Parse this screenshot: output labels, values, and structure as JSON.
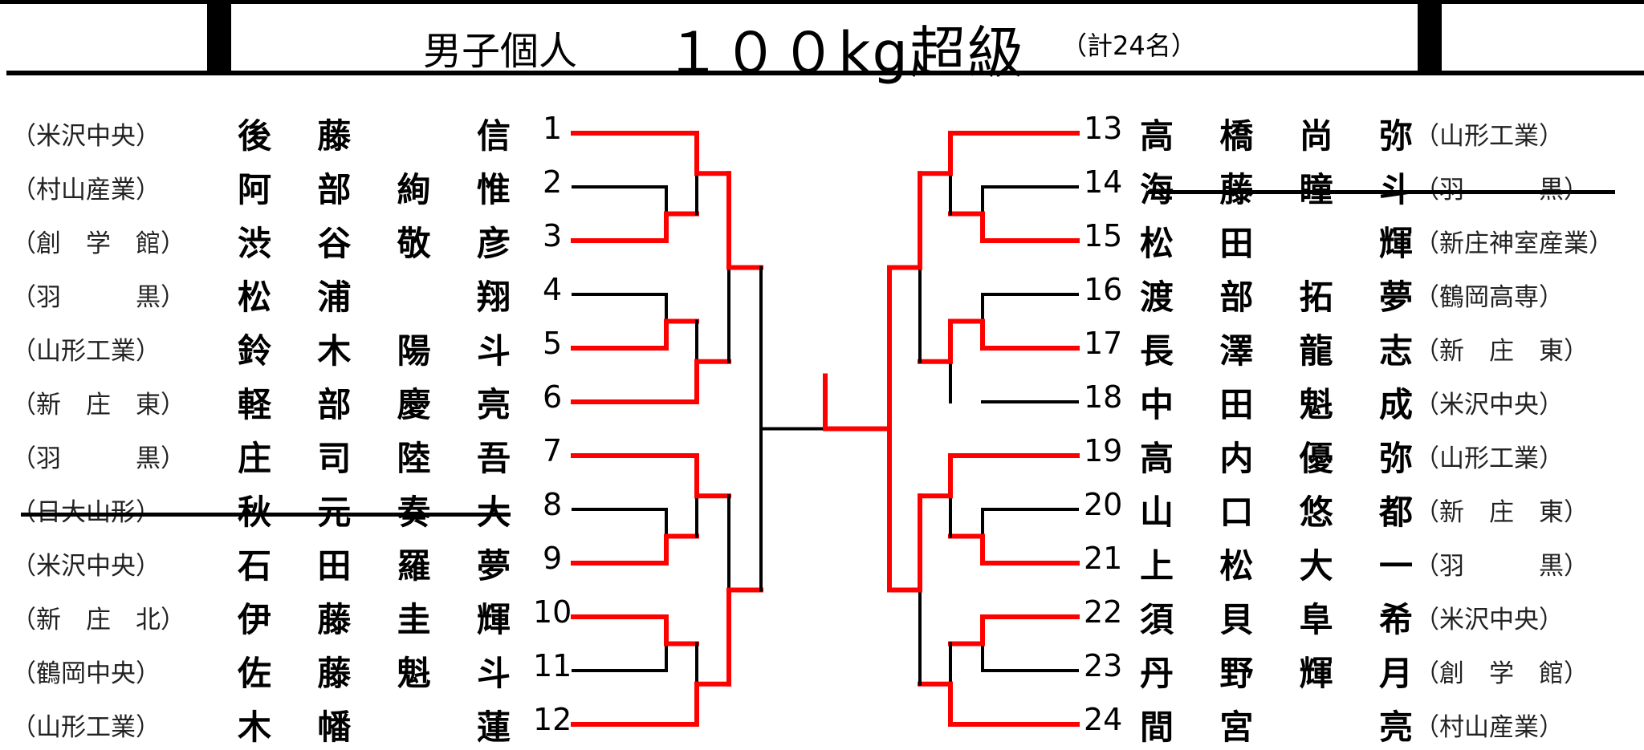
{
  "header": {
    "category": "男子個人",
    "weight_class": "１００kg超級",
    "count": "（計24名）"
  },
  "colors": {
    "advance": "#ff0000",
    "line": "#000000"
  },
  "left": [
    {
      "num": "1",
      "name": [
        "後",
        "藤",
        "",
        "信"
      ],
      "school": "（米沢中央）",
      "withdrawn": false
    },
    {
      "num": "2",
      "name": [
        "阿",
        "部",
        "絢",
        "惟"
      ],
      "school": "（村山産業）",
      "withdrawn": false
    },
    {
      "num": "3",
      "name": [
        "渋",
        "谷",
        "敬",
        "彦"
      ],
      "school": "（創　学　館）",
      "withdrawn": false
    },
    {
      "num": "4",
      "name": [
        "松",
        "浦",
        "",
        "翔"
      ],
      "school": "（羽　　　黒）",
      "withdrawn": false
    },
    {
      "num": "5",
      "name": [
        "鈴",
        "木",
        "陽",
        "斗"
      ],
      "school": "（山形工業）",
      "withdrawn": false
    },
    {
      "num": "6",
      "name": [
        "軽",
        "部",
        "慶",
        "亮"
      ],
      "school": "（新　庄　東）",
      "withdrawn": false
    },
    {
      "num": "7",
      "name": [
        "庄",
        "司",
        "陸",
        "吾"
      ],
      "school": "（羽　　　黒）",
      "withdrawn": false
    },
    {
      "num": "8",
      "name": [
        "秋",
        "元",
        "奏",
        "大"
      ],
      "school": "（日大山形）",
      "withdrawn": true
    },
    {
      "num": "9",
      "name": [
        "石",
        "田",
        "羅",
        "夢"
      ],
      "school": "（米沢中央）",
      "withdrawn": false
    },
    {
      "num": "10",
      "name": [
        "伊",
        "藤",
        "圭",
        "輝"
      ],
      "school": "（新　庄　北）",
      "withdrawn": false
    },
    {
      "num": "11",
      "name": [
        "佐",
        "藤",
        "魁",
        "斗"
      ],
      "school": "（鶴岡中央）",
      "withdrawn": false
    },
    {
      "num": "12",
      "name": [
        "木",
        "幡",
        "",
        "蓮"
      ],
      "school": "（山形工業）",
      "withdrawn": false
    }
  ],
  "right": [
    {
      "num": "13",
      "name": [
        "高",
        "橋",
        "尚",
        "弥"
      ],
      "school": "（山形工業）",
      "withdrawn": false
    },
    {
      "num": "14",
      "name": [
        "海",
        "藤",
        "瞳",
        "斗"
      ],
      "school": "（羽　　　黒）",
      "withdrawn": true
    },
    {
      "num": "15",
      "name": [
        "松",
        "田",
        "",
        "輝"
      ],
      "school": "（新庄神室産業）",
      "withdrawn": false
    },
    {
      "num": "16",
      "name": [
        "渡",
        "部",
        "拓",
        "夢"
      ],
      "school": "（鶴岡高専）",
      "withdrawn": false
    },
    {
      "num": "17",
      "name": [
        "長",
        "澤",
        "龍",
        "志"
      ],
      "school": "（新　庄　東）",
      "withdrawn": false
    },
    {
      "num": "18",
      "name": [
        "中",
        "田",
        "魁",
        "成"
      ],
      "school": "（米沢中央）",
      "withdrawn": false
    },
    {
      "num": "19",
      "name": [
        "高",
        "内",
        "優",
        "弥"
      ],
      "school": "（山形工業）",
      "withdrawn": false
    },
    {
      "num": "20",
      "name": [
        "山",
        "口",
        "悠",
        "都"
      ],
      "school": "（新　庄　東）",
      "withdrawn": false
    },
    {
      "num": "21",
      "name": [
        "上",
        "松",
        "大",
        "一"
      ],
      "school": "（羽　　　黒）",
      "withdrawn": false
    },
    {
      "num": "22",
      "name": [
        "須",
        "貝",
        "阜",
        "希"
      ],
      "school": "（米沢中央）",
      "withdrawn": false
    },
    {
      "num": "23",
      "name": [
        "丹",
        "野",
        "輝",
        "月"
      ],
      "school": "（創　学　館）",
      "withdrawn": false
    },
    {
      "num": "24",
      "name": [
        "間",
        "宮",
        "",
        "亮"
      ],
      "school": "（村山産業）",
      "withdrawn": false
    }
  ]
}
